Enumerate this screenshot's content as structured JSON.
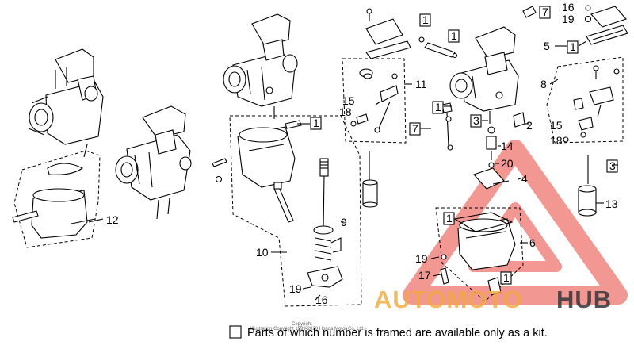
{
  "callouts": {
    "c1": "1",
    "c2": "2",
    "c3": "3",
    "c4": "4",
    "c5": "5",
    "c6": "6",
    "c7": "7",
    "c8": "8",
    "c9": "9",
    "c10": "10",
    "c11": "11",
    "c12": "12",
    "c13": "13",
    "c14": "14",
    "c15": "15",
    "c16": "16",
    "c17": "17",
    "c18": "18",
    "c19": "19",
    "c20": "20"
  },
  "footer": {
    "note": "Parts of which number is framed are available only as a kit."
  },
  "copyright": {
    "line1": "Copyright",
    "line2": "Illustration Copyright 1999-2020 Honda Motor Co. Ltd."
  },
  "watermark": {
    "part1": "AUTOMOTO",
    "part2": "HUB",
    "color_orange": "#f3a93a",
    "color_red": "#e8433a",
    "color_dark": "#33363c"
  }
}
